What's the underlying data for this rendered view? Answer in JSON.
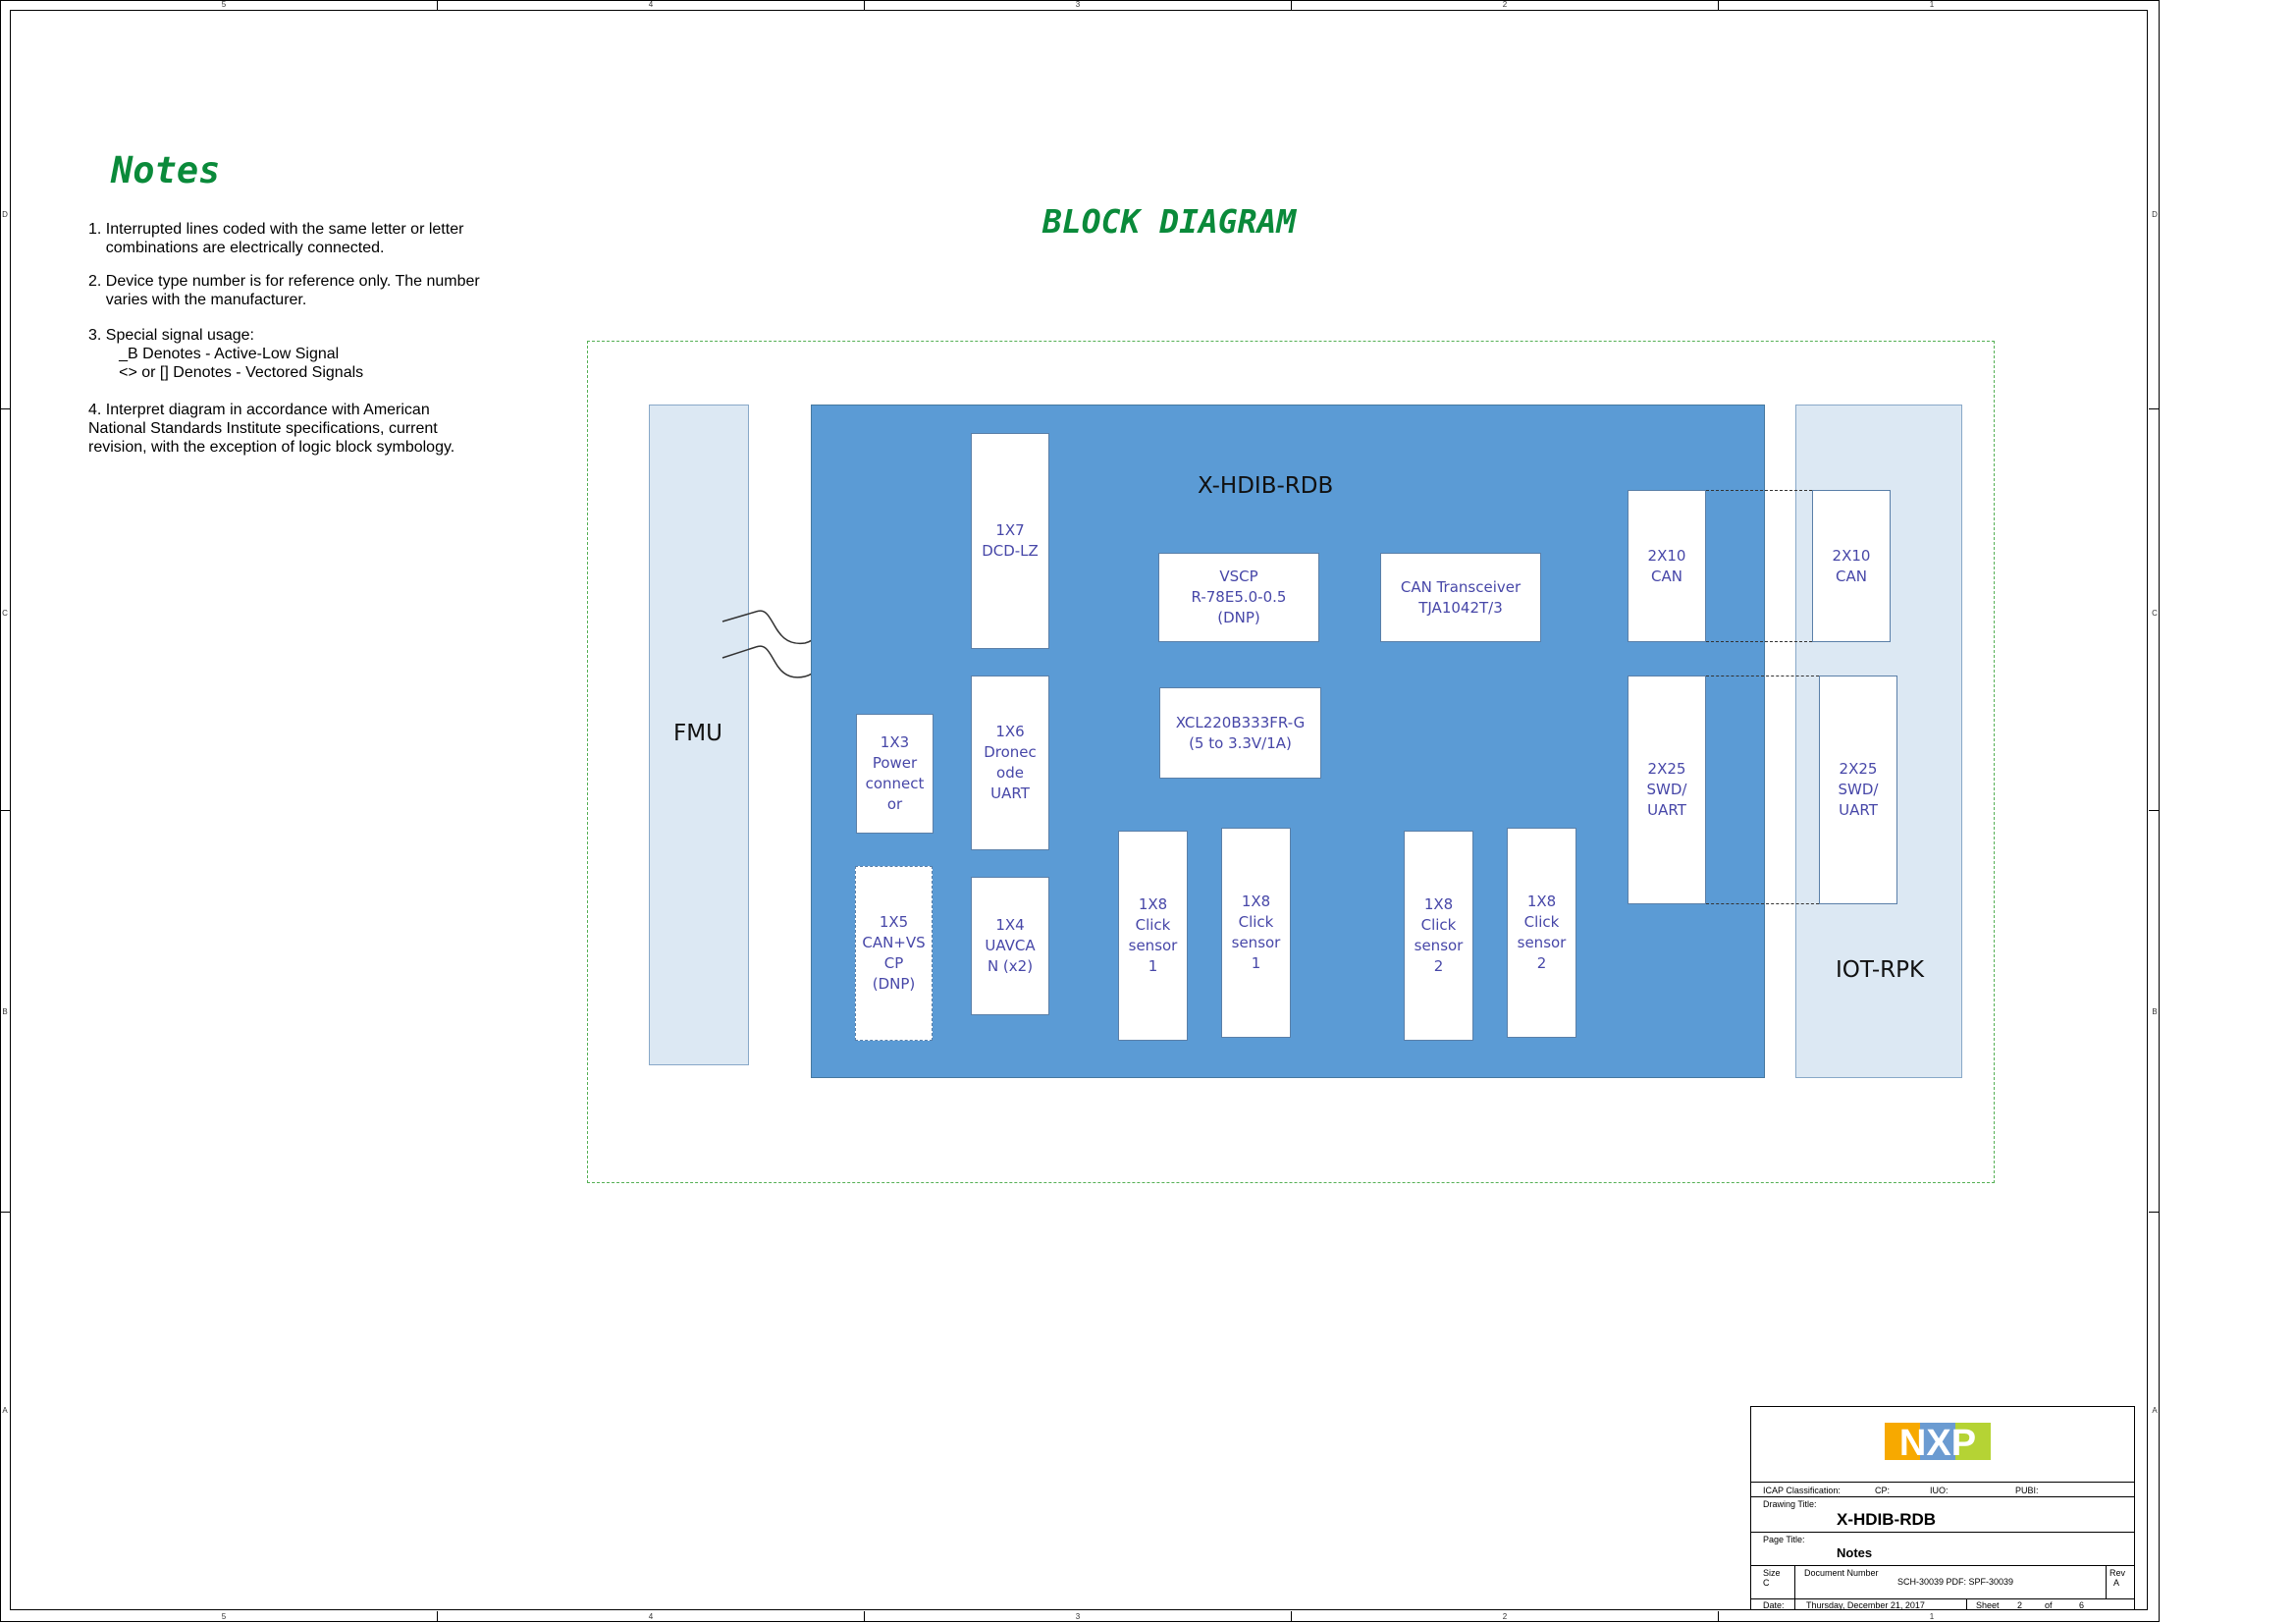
{
  "frame": {
    "zones_top": [
      "5",
      "4",
      "3",
      "2",
      "1"
    ],
    "zones_bottom": [
      "5",
      "4",
      "3",
      "2",
      "1"
    ],
    "zones_left": [
      "D",
      "C",
      "B",
      "A"
    ],
    "zones_right": [
      "D",
      "C",
      "B",
      "A"
    ]
  },
  "notes": {
    "title": "Notes",
    "items": [
      "1. Interrupted lines coded with the same letter or letter\n    combinations are electrically connected.",
      "2. Device type number is for reference only. The number\n    varies with the manufacturer.",
      "3. Special signal usage:\n       _B Denotes - Active-Low Signal\n       <> or [] Denotes - Vectored Signals",
      "4. Interpret diagram in accordance with American\nNational Standards Institute specifications, current\nrevision, with the exception of logic block symbology."
    ]
  },
  "diagram": {
    "title": "BLOCK DIAGRAM",
    "fmu_label": "FMU",
    "board_label": "X-HDIB-RDB",
    "iot_label": "IOT-RPK",
    "modules": {
      "m_1x7": "1X7\nDCD-LZ",
      "m_vscp": "VSCP\nR-78E5.0-0.5\n(DNP)",
      "m_can_tx": "CAN Transceiver\nTJA1042T/3",
      "m_2x10_board": "2X10\nCAN",
      "m_2x10_iot": "2X10\nCAN",
      "m_1x6": "1X6\nDronec\node\nUART",
      "m_1x3": "1X3\nPower\nconnect\nor",
      "m_xcl": "XCL220B333FR-G\n(5 to 3.3V/1A)",
      "m_2x25_board": "2X25\nSWD/\nUART",
      "m_2x25_iot": "2X25\nSWD/\nUART",
      "m_1x5": "1X5\nCAN+VS\nCP\n(DNP)",
      "m_1x4": "1X4\nUAVCA\nN (x2)",
      "m_click1a": "1X8\nClick\nsensor\n1",
      "m_click1b": "1X8\nClick\nsensor\n1",
      "m_click2a": "1X8\nClick\nsensor\n2",
      "m_click2b": "1X8\nClick\nsensor\n2"
    }
  },
  "title_block": {
    "logo_text": "NXP",
    "logo_colors": [
      "#f7a900",
      "#6b9bd1",
      "#b5d334"
    ],
    "icap_label": "ICAP Classification:",
    "cp_label": "CP:",
    "iuo_label": "IUO:",
    "pubi_label": "PUBI:",
    "drawing_title_label": "Drawing Title:",
    "drawing_title": "X-HDIB-RDB",
    "page_title_label": "Page Title:",
    "page_title": "Notes",
    "size_label": "Size",
    "size_value": "C",
    "doc_number_label": "Document Number",
    "doc_number": "SCH-30039 PDF: SPF-30039",
    "rev_label": "Rev",
    "rev_value": "A",
    "date_label": "Date:",
    "date_value": "Thursday, December 21, 2017",
    "sheet_label": "Sheet",
    "sheet_value": "2",
    "of_label": "of",
    "of_value": "6"
  }
}
